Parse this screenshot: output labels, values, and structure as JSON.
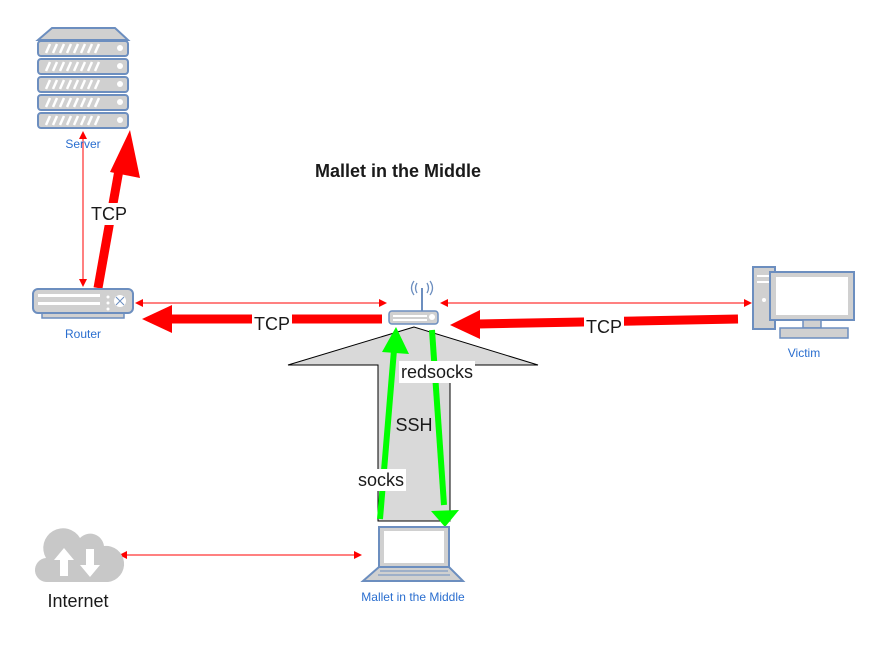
{
  "title": "Mallet in the Middle",
  "nodes": {
    "server": {
      "label": "Server",
      "icon": "server-icon"
    },
    "router": {
      "label": "Router",
      "icon": "router-icon"
    },
    "access_point": {
      "icon": "wireless-access-point-icon"
    },
    "victim": {
      "label": "Victim",
      "icon": "desktop-computer-icon"
    },
    "mallet": {
      "label": "Mallet in the Middle",
      "icon": "laptop-icon"
    },
    "internet": {
      "label": "Internet",
      "icon": "cloud-icon"
    }
  },
  "edges": {
    "router_server": "TCP",
    "ap_router": "TCP",
    "victim_ap": "TCP",
    "tunnel": "SSH",
    "mallet_to_ap": "socks",
    "ap_to_mallet": "redsocks"
  },
  "colors": {
    "tcp": "#ff0000",
    "socks": "#00ff00",
    "tunnel": "#d9d9d9",
    "caption": "#2a6ecf",
    "icon": "#6c8ebf"
  }
}
